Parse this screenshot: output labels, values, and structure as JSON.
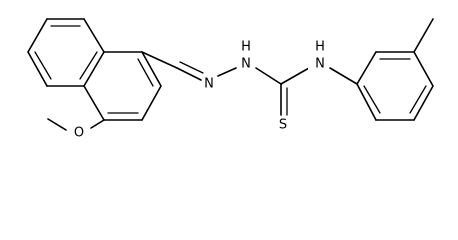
{
  "molecule": {
    "atoms": {
      "sulfur": "S",
      "hydrazone_nitrogen": "N",
      "hydrazine_nh": "N",
      "hydrazine_h": "H",
      "thioamide_nh": "N",
      "thioamide_h": "H",
      "methoxy_oxygen": "O"
    },
    "colors": {
      "bond": "#000000",
      "label": "#000000",
      "background": "#ffffff"
    }
  }
}
